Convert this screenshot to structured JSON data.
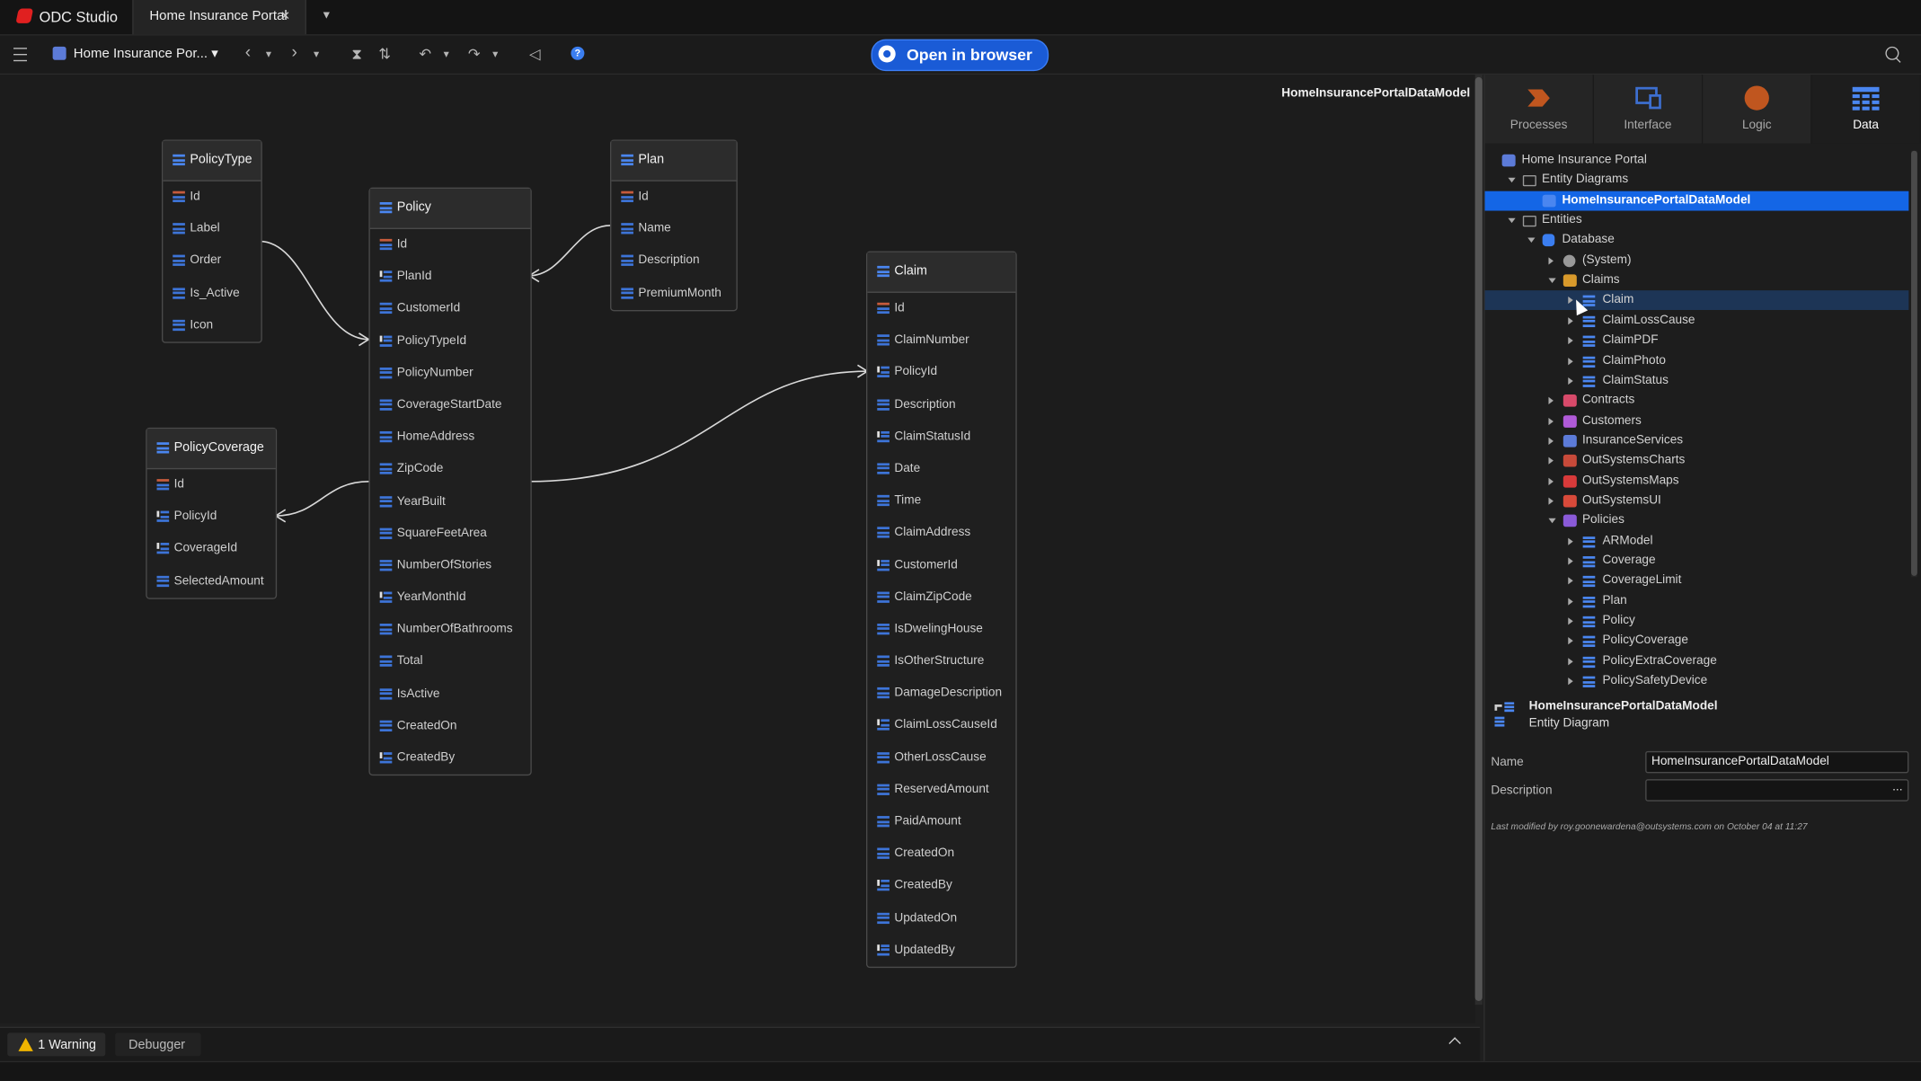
{
  "app": {
    "name": "ODC Studio",
    "tab_title": "Home Insurance Portal",
    "close": "×",
    "tab_menu": "▼"
  },
  "toolbar": {
    "module": "Home Insurance Por...",
    "module_chevron": "▾",
    "back": "‹",
    "back_menu": "▾",
    "forward": "›",
    "forward_menu": "▾",
    "publish": "⧗",
    "compare": "⇅",
    "undo": "↶",
    "undo_menu": "▾",
    "redo": "↷",
    "redo_menu": "▾",
    "announce": "◁",
    "help": "?",
    "open_browser": "Open in browser"
  },
  "canvas": {
    "title": "HomeInsurancePortalDataModel",
    "entities": [
      {
        "name": "PolicyType",
        "attrs": [
          [
            "Id",
            "key"
          ],
          [
            "Label",
            "attr"
          ],
          [
            "Order",
            "attr"
          ],
          [
            "Is_Active",
            "attr"
          ],
          [
            "Icon",
            "attr"
          ]
        ]
      },
      {
        "name": "Policy",
        "attrs": [
          [
            "Id",
            "key"
          ],
          [
            "PlanId",
            "fk"
          ],
          [
            "CustomerId",
            "attr"
          ],
          [
            "PolicyTypeId",
            "fk"
          ],
          [
            "PolicyNumber",
            "attr"
          ],
          [
            "CoverageStartDate",
            "attr"
          ],
          [
            "HomeAddress",
            "attr"
          ],
          [
            "ZipCode",
            "attr"
          ],
          [
            "YearBuilt",
            "attr"
          ],
          [
            "SquareFeetArea",
            "attr"
          ],
          [
            "NumberOfStories",
            "attr"
          ],
          [
            "YearMonthId",
            "fk"
          ],
          [
            "NumberOfBathrooms",
            "attr"
          ],
          [
            "Total",
            "attr"
          ],
          [
            "IsActive",
            "attr"
          ],
          [
            "CreatedOn",
            "attr"
          ],
          [
            "CreatedBy",
            "fk"
          ]
        ]
      },
      {
        "name": "Plan",
        "attrs": [
          [
            "Id",
            "key"
          ],
          [
            "Name",
            "attr"
          ],
          [
            "Description",
            "attr"
          ],
          [
            "PremiumMonth",
            "attr"
          ]
        ]
      },
      {
        "name": "Claim",
        "attrs": [
          [
            "Id",
            "key"
          ],
          [
            "ClaimNumber",
            "attr"
          ],
          [
            "PolicyId",
            "fk"
          ],
          [
            "Description",
            "attr"
          ],
          [
            "ClaimStatusId",
            "fk"
          ],
          [
            "Date",
            "attr"
          ],
          [
            "Time",
            "attr"
          ],
          [
            "ClaimAddress",
            "attr"
          ],
          [
            "CustomerId",
            "fk"
          ],
          [
            "ClaimZipCode",
            "attr"
          ],
          [
            "IsDwelingHouse",
            "attr"
          ],
          [
            "IsOtherStructure",
            "attr"
          ],
          [
            "DamageDescription",
            "attr"
          ],
          [
            "ClaimLossCauseId",
            "fk"
          ],
          [
            "OtherLossCause",
            "attr"
          ],
          [
            "ReservedAmount",
            "attr"
          ],
          [
            "PaidAmount",
            "attr"
          ],
          [
            "CreatedOn",
            "attr"
          ],
          [
            "CreatedBy",
            "fk"
          ],
          [
            "UpdatedOn",
            "attr"
          ],
          [
            "UpdatedBy",
            "fk"
          ]
        ]
      },
      {
        "name": "PolicyCoverage",
        "attrs": [
          [
            "Id",
            "key"
          ],
          [
            "PolicyId",
            "fk"
          ],
          [
            "CoverageId",
            "fk"
          ],
          [
            "SelectedAmount",
            "attr"
          ]
        ]
      }
    ]
  },
  "bottom": {
    "warning": "1 Warning",
    "debugger": "Debugger"
  },
  "panel": {
    "tabs": [
      {
        "label": "Processes",
        "icon": "processes-icon",
        "color": "#c0561f"
      },
      {
        "label": "Interface",
        "icon": "interface-icon",
        "color": "#3d6fd0"
      },
      {
        "label": "Logic",
        "icon": "logic-icon",
        "color": "#c0561f"
      },
      {
        "label": "Data",
        "icon": "data-icon",
        "color": "#4a86f0",
        "active": true
      }
    ],
    "tree": [
      {
        "label": "Home Insurance Portal",
        "level": 0,
        "arrow": "",
        "icon": "module"
      },
      {
        "label": "Entity Diagrams",
        "level": 1,
        "arrow": "d",
        "icon": "folder-open"
      },
      {
        "label": "HomeInsurancePortalDataModel",
        "level": 2,
        "arrow": "",
        "icon": "diagram",
        "state": "sel"
      },
      {
        "label": "Entities",
        "level": 1,
        "arrow": "d",
        "icon": "folder-open"
      },
      {
        "label": "Database",
        "level": 2,
        "arrow": "d",
        "icon": "db"
      },
      {
        "label": "(System)",
        "level": 3,
        "arrow": "r",
        "icon": "system"
      },
      {
        "label": "Claims",
        "level": 3,
        "arrow": "d",
        "icon": "claims"
      },
      {
        "label": "Claim",
        "level": 4,
        "arrow": "r",
        "icon": "table",
        "state": "hi"
      },
      {
        "label": "ClaimLossCause",
        "level": 4,
        "arrow": "r",
        "icon": "table"
      },
      {
        "label": "ClaimPDF",
        "level": 4,
        "arrow": "r",
        "icon": "table"
      },
      {
        "label": "ClaimPhoto",
        "level": 4,
        "arrow": "r",
        "icon": "table"
      },
      {
        "label": "ClaimStatus",
        "level": 4,
        "arrow": "r",
        "icon": "table"
      },
      {
        "label": "Contracts",
        "level": 3,
        "arrow": "r",
        "icon": "contracts"
      },
      {
        "label": "Customers",
        "level": 3,
        "arrow": "r",
        "icon": "customers"
      },
      {
        "label": "InsuranceServices",
        "level": 3,
        "arrow": "r",
        "icon": "services"
      },
      {
        "label": "OutSystemsCharts",
        "level": 3,
        "arrow": "r",
        "icon": "charts"
      },
      {
        "label": "OutSystemsMaps",
        "level": 3,
        "arrow": "r",
        "icon": "maps"
      },
      {
        "label": "OutSystemsUI",
        "level": 3,
        "arrow": "r",
        "icon": "ui"
      },
      {
        "label": "Policies",
        "level": 3,
        "arrow": "d",
        "icon": "policies"
      },
      {
        "label": "ARModel",
        "level": 4,
        "arrow": "r",
        "icon": "table"
      },
      {
        "label": "Coverage",
        "level": 4,
        "arrow": "r",
        "icon": "table"
      },
      {
        "label": "CoverageLimit",
        "level": 4,
        "arrow": "r",
        "icon": "table"
      },
      {
        "label": "Plan",
        "level": 4,
        "arrow": "r",
        "icon": "table"
      },
      {
        "label": "Policy",
        "level": 4,
        "arrow": "r",
        "icon": "table"
      },
      {
        "label": "PolicyCoverage",
        "level": 4,
        "arrow": "r",
        "icon": "table"
      },
      {
        "label": "PolicyExtraCoverage",
        "level": 4,
        "arrow": "r",
        "icon": "table"
      },
      {
        "label": "PolicySafetyDevice",
        "level": 4,
        "arrow": "r",
        "icon": "table"
      }
    ],
    "props": {
      "title": "HomeInsurancePortalDataModel",
      "subtitle": "Entity Diagram",
      "name_label": "Name",
      "name_value": "HomeInsurancePortalDataModel",
      "desc_label": "Description",
      "desc_value": "",
      "desc_more": "...",
      "last_modified": "Last modified by roy.goonewardena@outsystems.com on October 04 at 11:27"
    }
  }
}
